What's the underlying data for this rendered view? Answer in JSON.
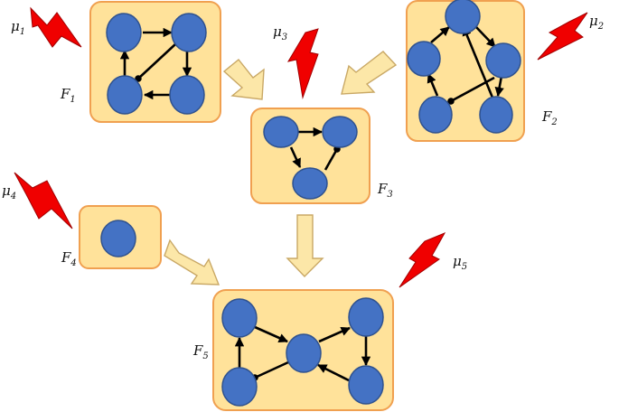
{
  "diagram": {
    "labels": {
      "F1": {
        "main": "F",
        "sub": "1"
      },
      "F2": {
        "main": "F",
        "sub": "2"
      },
      "F3": {
        "main": "F",
        "sub": "3"
      },
      "F4": {
        "main": "F",
        "sub": "4"
      },
      "F5": {
        "main": "F",
        "sub": "5"
      },
      "mu1": {
        "main": "μ",
        "sub": "1"
      },
      "mu2": {
        "main": "μ",
        "sub": "2"
      },
      "mu3": {
        "main": "μ",
        "sub": "3"
      },
      "mu4": {
        "main": "μ",
        "sub": "4"
      },
      "mu5": {
        "main": "μ",
        "sub": "5"
      }
    },
    "colors": {
      "box_fill": "#FFE29A",
      "box_border": "#F0A050",
      "node_fill": "#4472C4",
      "bolt": "#F00000",
      "flow_arrow": "#FCE7A8"
    }
  }
}
